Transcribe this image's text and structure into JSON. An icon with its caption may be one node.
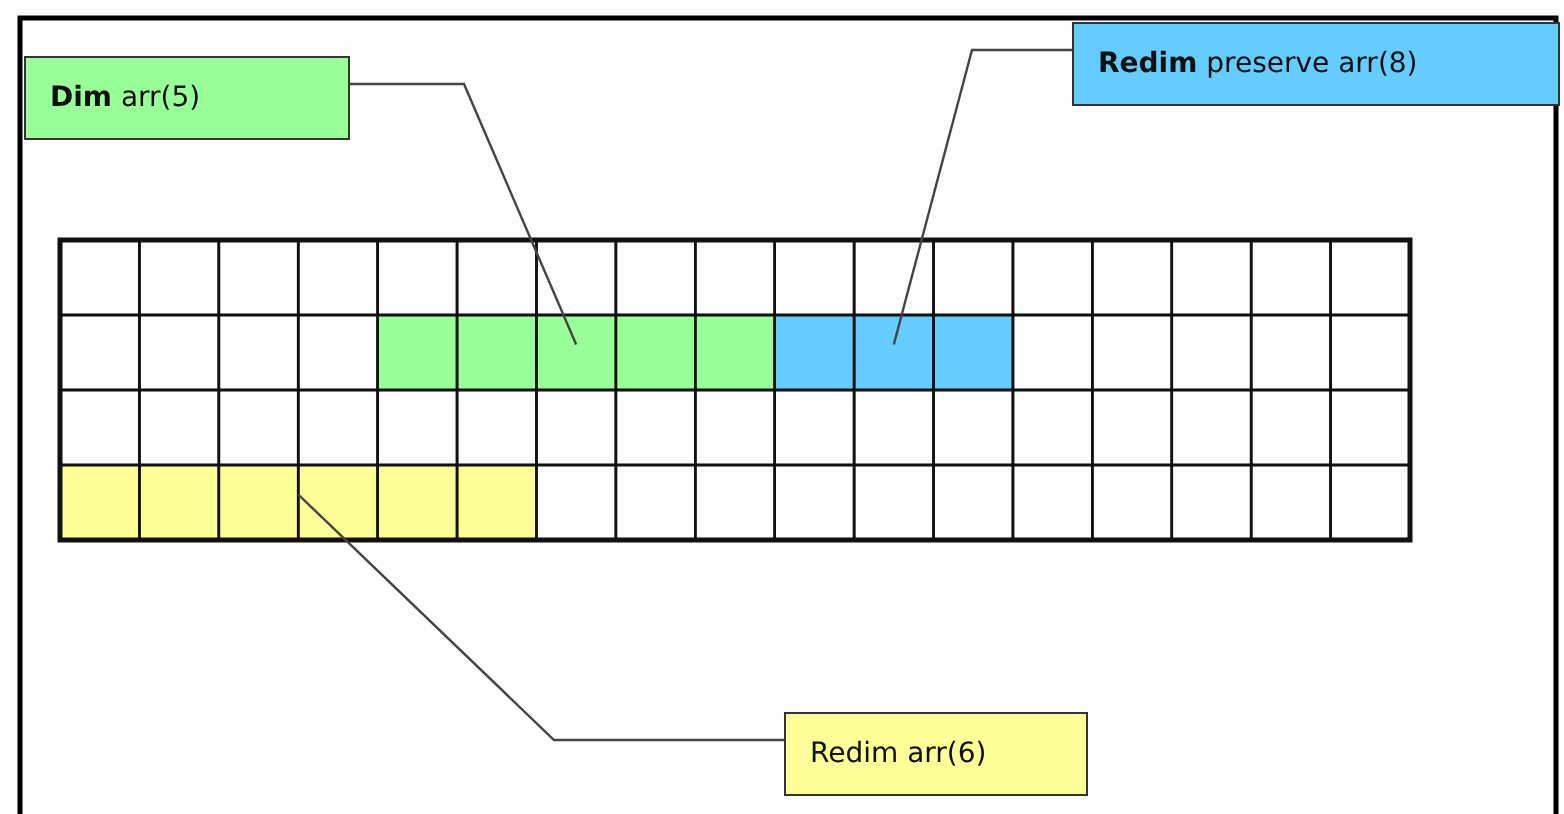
{
  "diagram": {
    "nodes": [
      {
        "text": [
          "**Dim** arr(5)"
        ]
      },
      {
        "text": [
          "**Redim** preserve arr(8)"
        ]
      },
      {
        "text": [
          "Redim arr(6)"
        ]
      },
      {
        "text": [],
        "shape": "box"
      },
      {
        "text": [],
        "shape": "box"
      },
      {
        "text": [],
        "shape": "box"
      }
    ],
    "edges": [
      {
        "from": 0,
        "to": 3,
        "arrow": "none"
      },
      {
        "from": 1,
        "to": 4,
        "arrow": "none"
      },
      {
        "from": 2,
        "to": 5,
        "arrow": "none"
      }
    ]
  }
}
